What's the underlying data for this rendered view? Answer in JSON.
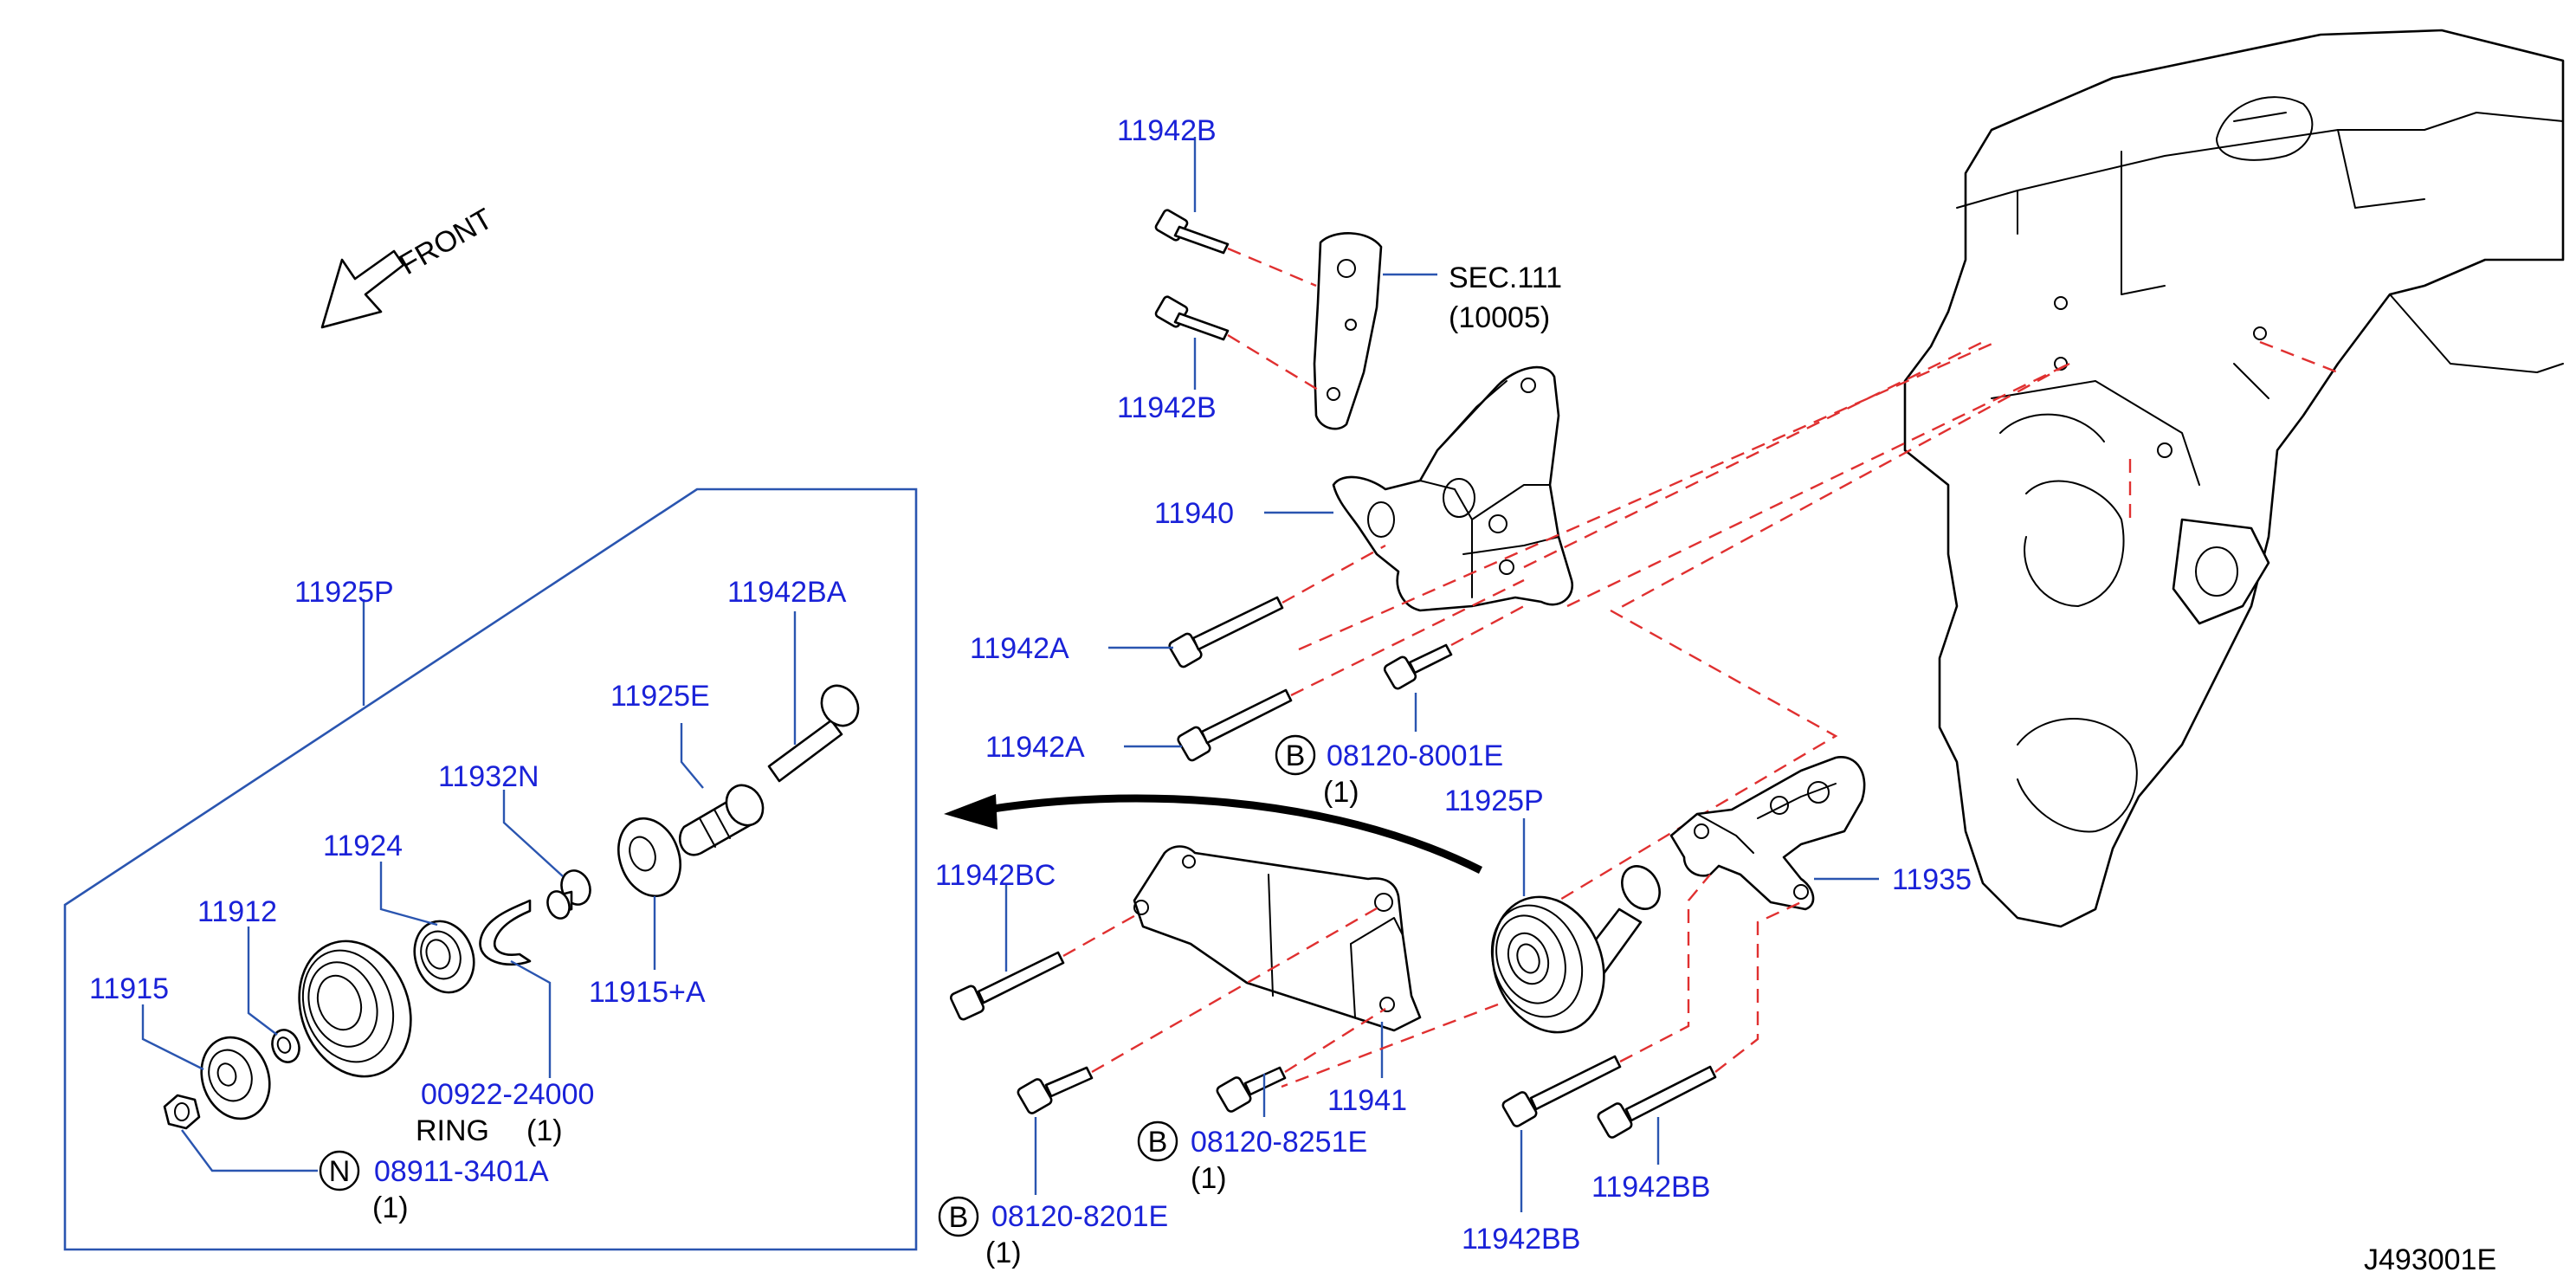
{
  "diagram_id": "J493001E",
  "orientation": "FRONT",
  "section_ref": {
    "line1": "SEC.111",
    "line2": "(10005)"
  },
  "parts": {
    "bolt_top_a": "11942B",
    "bolt_top_b": "11942B",
    "bracket_main": "11940",
    "bolt_a_upper": "11942A",
    "bolt_a_lower": "11942A",
    "bolt_b_8001": "08120-8001E",
    "bolt_b_8001_qty": "(1)",
    "pulley_assy_inset": "11925P",
    "pulley_assy_main": "11925P",
    "bolt_ba": "11942BA",
    "shaft": "11925E",
    "spacer": "11932N",
    "washer": "11915+A",
    "bearing_a": "11924",
    "bearing_b": "11912",
    "cover": "11915",
    "snap_ring": "00922-24000",
    "snap_ring_name": "RING",
    "snap_ring_qty": "(1)",
    "nut": "08911-3401A",
    "nut_qty": "(1)",
    "bolt_bc": "11942BC",
    "bracket_lower": "11941",
    "bolt_b_8251": "08120-8251E",
    "bolt_b_8251_qty": "(1)",
    "bolt_b_8201": "08120-8201E",
    "bolt_b_8201_qty": "(1)",
    "tensioner_bracket": "11935",
    "bolt_bb_left": "11942BB",
    "bolt_bb_right": "11942BB"
  },
  "badges": {
    "bolt": "B",
    "nut": "N"
  },
  "colors": {
    "label": "#1a22d8",
    "leader": "#2a55b0",
    "phantom": "#e03030",
    "line": "#000000"
  }
}
